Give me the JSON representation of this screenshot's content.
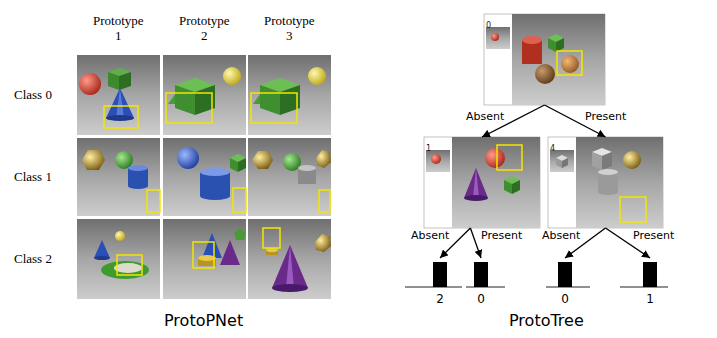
{
  "diagram": {
    "nodes": [
      {
        "text": [
          "0"
        ]
      },
      {
        "text": [
          "1"
        ]
      },
      {
        "text": [
          "4"
        ]
      },
      {
        "text": [
          "2"
        ]
      },
      {
        "text": [
          "0"
        ]
      },
      {
        "text": [
          "0"
        ]
      },
      {
        "text": [
          "1"
        ]
      }
    ],
    "edges": [
      {
        "from": 0,
        "to": 1,
        "label": "Absent",
        "arrow": "to"
      },
      {
        "from": 0,
        "to": 2,
        "label": "Present",
        "arrow": "to"
      },
      {
        "from": 1,
        "to": 3,
        "label": "Absent",
        "arrow": "to"
      },
      {
        "from": 1,
        "to": 4,
        "label": "Present",
        "arrow": "to"
      },
      {
        "from": 2,
        "to": 5,
        "label": "Absent",
        "arrow": "to"
      },
      {
        "from": 2,
        "to": 6,
        "label": "Present",
        "arrow": "to"
      }
    ],
    "labels": [
      "Prototype 1",
      "Prototype 2",
      "Prototype 3",
      "Class 0",
      "Class 1",
      "Class 2",
      "ProtoPNet",
      "ProtoTree"
    ]
  }
}
